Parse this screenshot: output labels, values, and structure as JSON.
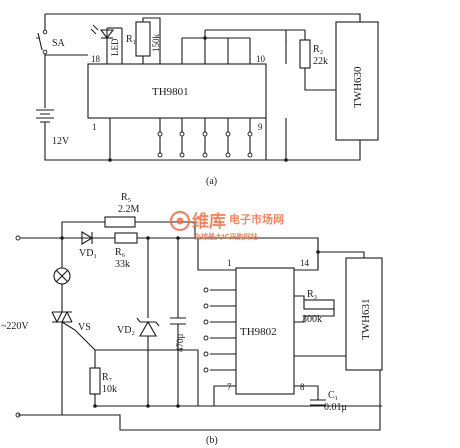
{
  "diagram_a": {
    "caption": "(a)",
    "switch_label": "SA",
    "battery_voltage": "12V",
    "led_label": "LED",
    "r1_ref": "R₁",
    "r1_value": "150k",
    "r2_ref": "R₂",
    "r2_value": "22k",
    "ic_label": "TH9801",
    "module_label": "TWH630",
    "pin_18": "18",
    "pin_10": "10",
    "pin_1": "1",
    "pin_9": "9"
  },
  "diagram_b": {
    "caption": "(b)",
    "r5_ref": "R₅",
    "r5_value": "2.2M",
    "vd1_ref": "VD₁",
    "r6_ref": "R₆",
    "r6_value": "33k",
    "mains_label": "~220V",
    "triac_label": "VS",
    "r7_ref": "R₇",
    "r7_value": "10k",
    "vd2_ref": "VD₂",
    "cap_value": "470μ",
    "ic_label": "TH9802",
    "pin_1": "1",
    "pin_14": "14",
    "pin_7": "7",
    "pin_8": "8",
    "r3_ref": "R₃",
    "r3_value": "300k",
    "module_label": "TWH631",
    "c1_ref": "C₁",
    "c1_value": "0.01μ"
  },
  "watermark": {
    "brand": "维库",
    "site": "电子市场网",
    "slogan": "全球最大IC采购网站",
    "color": "#e8734a"
  }
}
